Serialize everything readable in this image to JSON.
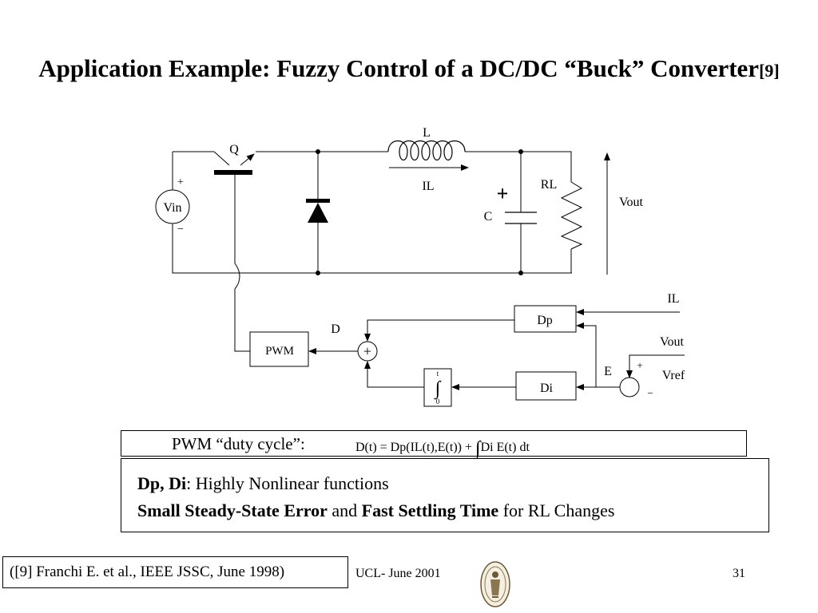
{
  "slide": {
    "title_main": "Application Example: Fuzzy Control of a DC/DC “Buck” Converter",
    "title_ref": "[9]"
  },
  "circuit": {
    "labels": {
      "Q": "Q",
      "L": "L",
      "IL_inductor": "IL",
      "RL": "RL",
      "C": "C",
      "C_plus": "+",
      "Vout_output": "Vout",
      "Vin": "Vin",
      "Vin_plus": "+",
      "Vin_minus": "−"
    }
  },
  "controller": {
    "labels": {
      "IL_input": "IL",
      "Dp": "Dp",
      "D": "D",
      "PWM": "PWM",
      "sum": "+",
      "Vout_input": "Vout",
      "Vref": "Vref",
      "E": "E",
      "Di": "Di",
      "comp_plus": "+",
      "comp_minus": "−",
      "int_upper": "t",
      "int_lower": "0",
      "int_symbol": "∫"
    }
  },
  "formula": {
    "label": "PWM “duty cycle”:",
    "expr": "D(t) = Dp(IL(t),E(t)) + ",
    "integral": "∫",
    "expr_tail": "Di   E(t) dt"
  },
  "notes": {
    "line1_bold": "Dp, Di",
    "line1_rest": ": Highly Nonlinear functions",
    "line2_bold1": "Small Steady-State Error",
    "line2_mid": " and ",
    "line2_bold2": "Fast Settling Time",
    "line2_rest": " for RL Changes"
  },
  "footer": {
    "reference": "([9] Franchi E. et al., IEEE JSSC, June 1998)",
    "center": "UCL- June 2001",
    "page": "31"
  }
}
